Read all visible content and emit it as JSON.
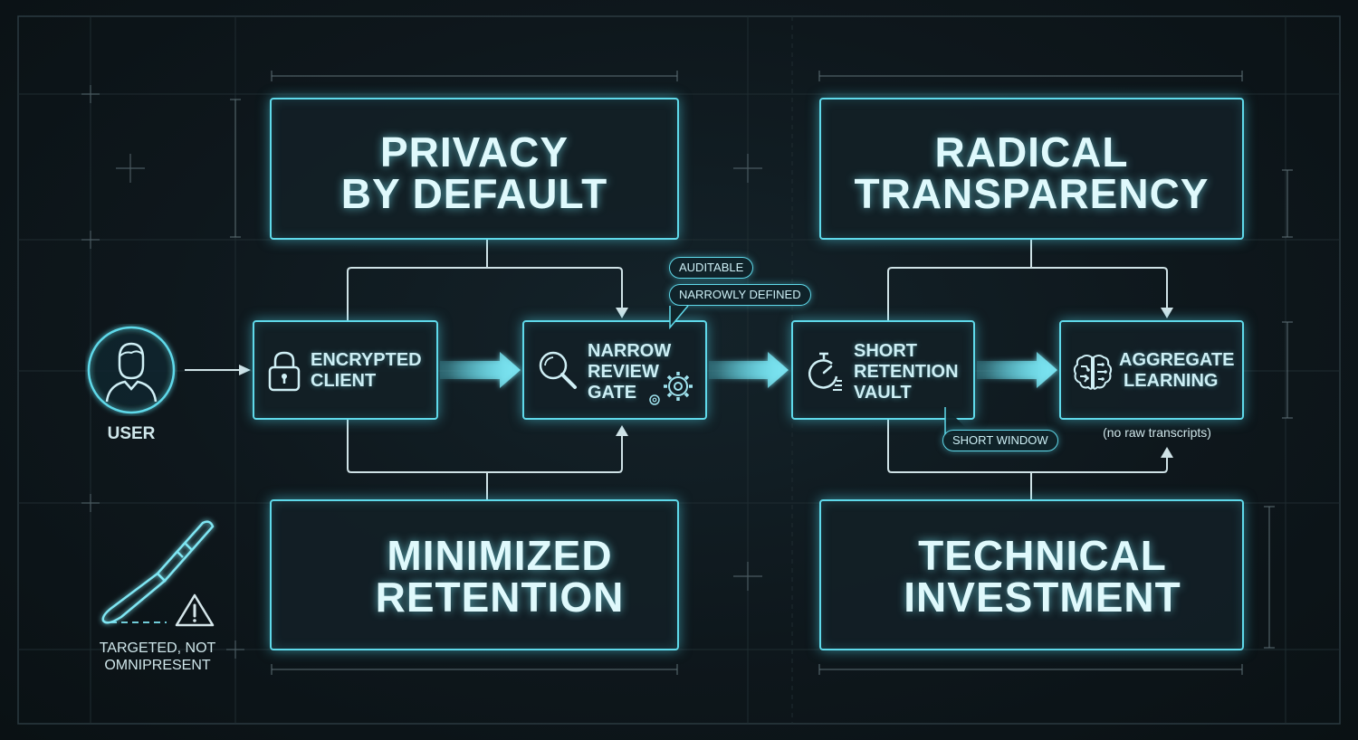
{
  "colors": {
    "accent": "#5fd9ea",
    "background": "#0d1418",
    "text": "#dff9fc"
  },
  "principles": {
    "privacy": {
      "line1": "PRIVACY",
      "line2": "BY DEFAULT"
    },
    "transparency": {
      "line1": "RADICAL",
      "line2": "TRANSPARENCY"
    },
    "retention": {
      "line1": "MINIMIZED",
      "line2": "RETENTION"
    },
    "investment": {
      "line1": "TECHNICAL",
      "line2": "INVESTMENT"
    }
  },
  "user": {
    "label": "USER",
    "icon": "user-icon"
  },
  "nodes": {
    "encrypted": {
      "line1": "ENCRYPTED",
      "line2": "CLIENT",
      "icon": "lock-icon"
    },
    "review": {
      "line1": "NARROW",
      "line2": "REVIEW",
      "line3": "GATE",
      "icon": "magnifier-gear-icon"
    },
    "vault": {
      "line1": "SHORT",
      "line2": "RETENTION",
      "line3": "VAULT",
      "icon": "stopwatch-icon"
    },
    "learning": {
      "line1": "AGGREGATE",
      "line2": "LEARNING",
      "icon": "brain-circuit-icon",
      "note": "(no raw transcripts)"
    }
  },
  "tags": {
    "auditable": "AUDITABLE",
    "narrowly_defined": "NARROWLY DEFINED",
    "short_window": "SHORT WINDOW"
  },
  "targeted": {
    "line1": "TARGETED, NOT",
    "line2": "OMNIPRESENT",
    "icon": "scalpel-warning-icon"
  }
}
